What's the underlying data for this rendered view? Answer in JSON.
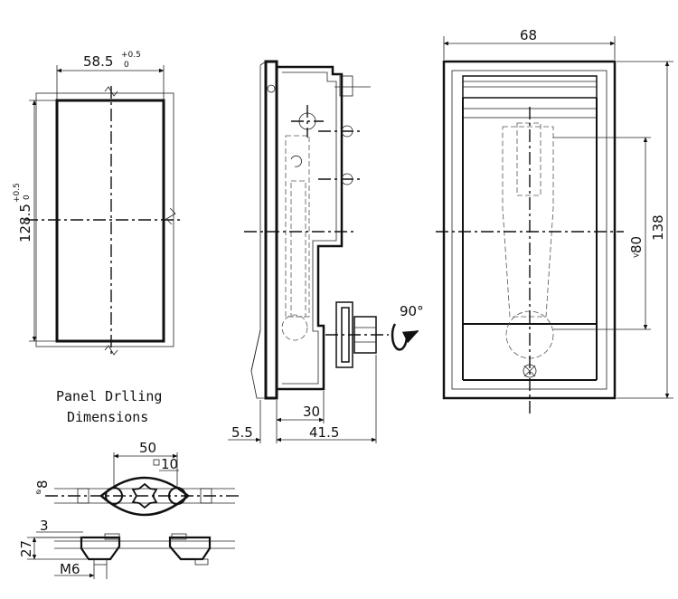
{
  "panel_drilling": {
    "width_label": "58.5",
    "width_tolerance": "+0.5",
    "width_tolerance_low": "0",
    "height_label": "128.5",
    "height_tolerance": "+0.5",
    "height_tolerance_low": "0",
    "caption_line1": "Panel Drlling",
    "caption_line2": "Dimensions"
  },
  "side_view": {
    "dim_30": "30",
    "dim_55": "5.5",
    "dim_415": "41.5",
    "rotation_label": "90°"
  },
  "front_view": {
    "width_label": "68",
    "height_label": "138",
    "inner_label": "80"
  },
  "cam_detail": {
    "dim_50": "50",
    "dim_10": "10",
    "dim_8": "8",
    "dim_3": "3",
    "dim_27": "27",
    "thread_label": "M6"
  },
  "colors": {
    "line": "#111111",
    "background": "#ffffff"
  }
}
